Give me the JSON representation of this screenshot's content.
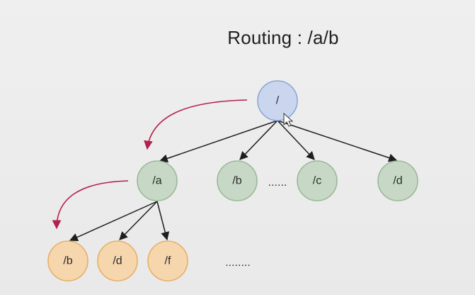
{
  "title": "Routing : /a/b",
  "colors": {
    "root_fill": "#c9d6ee",
    "root_stroke": "#8ea7d6",
    "level1_fill": "#c7d9c6",
    "level1_stroke": "#9bb997",
    "level2_fill": "#f6d6ad",
    "level2_stroke": "#e6b067",
    "edge": "#1e1e1e",
    "route_arrow": "#b51f4b"
  },
  "nodes": {
    "root": "/",
    "a": "/a",
    "b": "/b",
    "c": "/c",
    "d": "/d",
    "a_b": "/b",
    "a_d": "/d",
    "a_f": "/f"
  },
  "ellipsis_level1": "......",
  "ellipsis_level2": "........"
}
